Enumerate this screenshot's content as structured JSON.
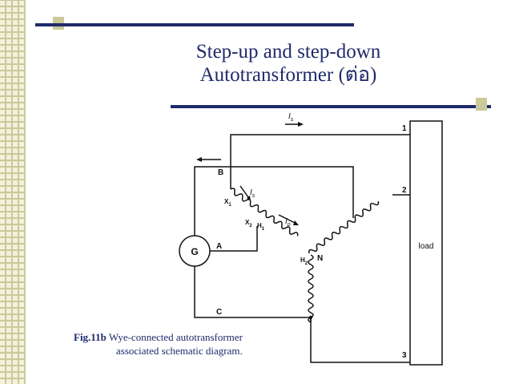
{
  "title": {
    "line1": "Step-up and step-down",
    "line2": "Autotransformer (ต่อ)"
  },
  "caption": {
    "fig_label": "Fig.11b",
    "line1": "Wye-connected autotransformer",
    "line2": "associated schematic diagram."
  },
  "diagram": {
    "generator_label": "G",
    "load_label": "load",
    "line_labels": {
      "a": "A",
      "b": "B",
      "c": "C"
    },
    "terminal_labels": {
      "t1": "1",
      "t2": "2",
      "t3": "3"
    },
    "neutral_label": "N",
    "current_labels": {
      "is_top": "I",
      "is_top_sub": "s",
      "is": "I",
      "is_sub": "s",
      "ip": "I",
      "ip_sub": "p"
    },
    "winding_labels": {
      "x1": "X",
      "x1_sub": "1",
      "x2": "X",
      "x2_sub": "2",
      "h1": "H",
      "h1_sub": "1",
      "h2": "H",
      "h2_sub": "2"
    }
  },
  "colors": {
    "title": "#1f2a6b",
    "rule_dark": "#1f2a6b",
    "rule_accent": "#c9c99a",
    "wire": "#111111"
  }
}
